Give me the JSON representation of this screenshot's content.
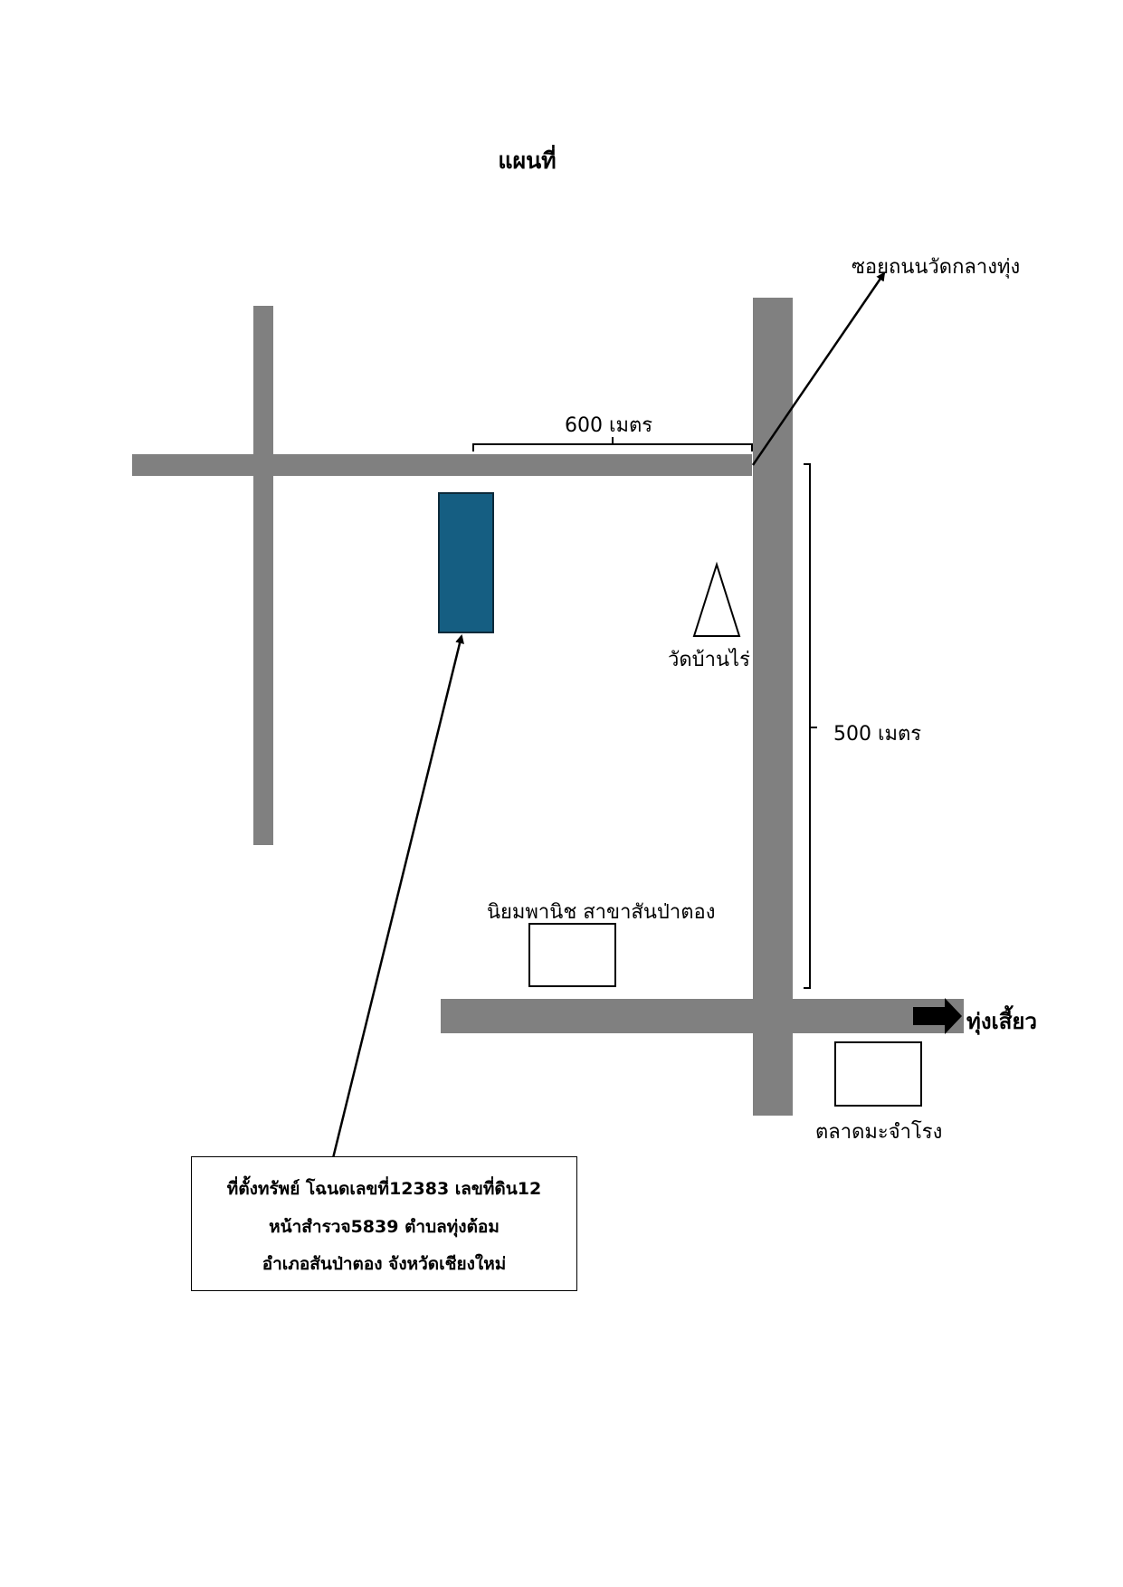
{
  "title": "แผนที่",
  "roads": {
    "top_road_label": "ซอยถนนวัดกลางทุ่ง",
    "east_direction_label": "ทุ่งเสี้ยว"
  },
  "distances": {
    "horizontal": "600 เมตร",
    "vertical": "500 เมตร"
  },
  "landmarks": {
    "temple": "วัดบ้านไร่",
    "store": "นิยมพานิช สาขาสันป่าตอง",
    "market": "ตลาดมะจำโรง"
  },
  "location_box": {
    "line1": "ที่ตั้งทรัพย์ โฉนดเลขที่12383 เลขที่ดิน12",
    "line2": "หน้าสำรวจ5839 ตำบลทุ่งต้อม",
    "line3": "อำเภอสันป่าตอง จังหวัดเชียงใหม่"
  },
  "colors": {
    "road": "#808080",
    "plot": "#155e82"
  }
}
